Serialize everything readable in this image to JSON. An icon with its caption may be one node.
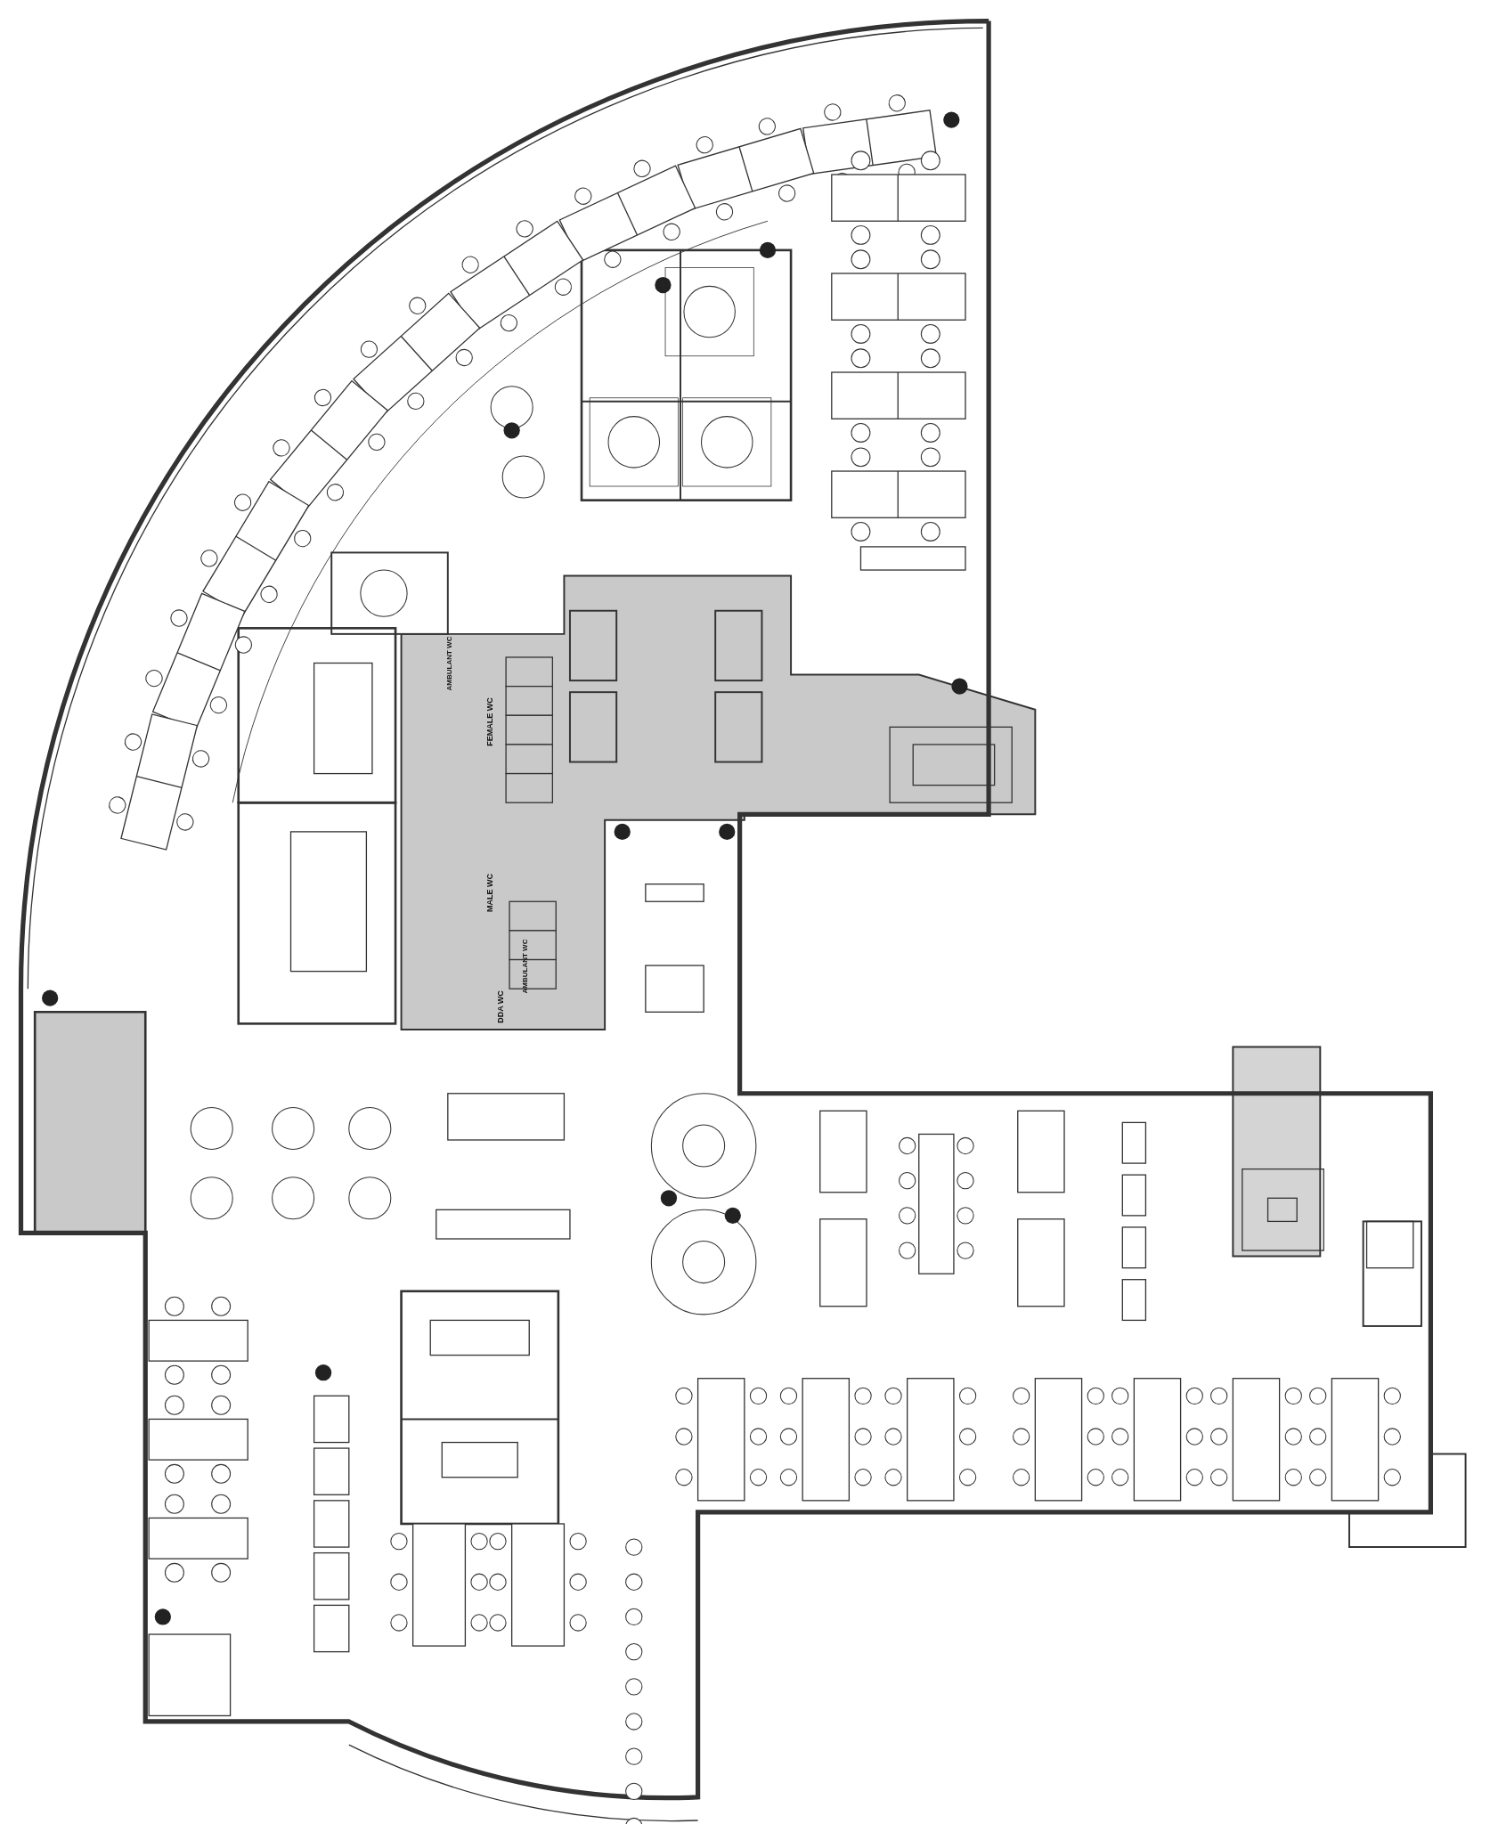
{
  "diagram": {
    "labels": [
      "AMBULANT WC",
      "FEMALE WC",
      "MALE WC",
      "AMBULANT WC",
      "DDA WC"
    ]
  }
}
